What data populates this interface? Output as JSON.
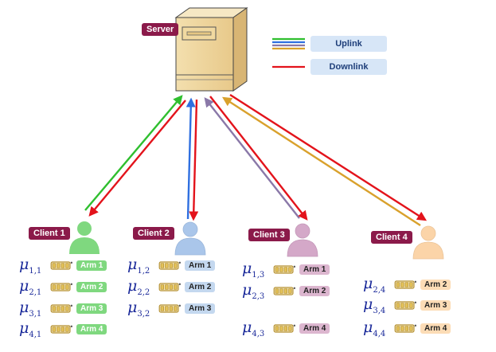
{
  "server": {
    "label": "Server"
  },
  "legend": {
    "uplink": "Uplink",
    "downlink": "Downlink"
  },
  "colors": {
    "tag_bg": "#8b1a4a",
    "uplink_green": "#2fbf2f",
    "uplink_blue": "#2f6fe0",
    "uplink_purple": "#8a78a8",
    "uplink_gold": "#d9a12c",
    "downlink_red": "#e3131b"
  },
  "clients": [
    {
      "label": "Client 1",
      "color": "#7fd87f",
      "arm_color": "#7fd87f",
      "arm_text": "#ffffff",
      "arms": [
        {
          "mu": "μ",
          "sub": "1,1",
          "arm": "Arm 1"
        },
        {
          "mu": "μ",
          "sub": "2,1",
          "arm": "Arm 2"
        },
        {
          "mu": "μ",
          "sub": "3,1",
          "arm": "Arm 3"
        },
        {
          "mu": "μ",
          "sub": "4,1",
          "arm": "Arm 4"
        }
      ]
    },
    {
      "label": "Client 2",
      "color": "#aac6ea",
      "arm_color": "#c4d8ef",
      "arm_text": "#222222",
      "arms": [
        {
          "mu": "μ",
          "sub": "1,2",
          "arm": "Arm 1"
        },
        {
          "mu": "μ",
          "sub": "2,2",
          "arm": "Arm 2"
        },
        {
          "mu": "μ",
          "sub": "3,2",
          "arm": "Arm 3"
        }
      ]
    },
    {
      "label": "Client 3",
      "color": "#d4a8c8",
      "arm_color": "#dcb6cf",
      "arm_text": "#222222",
      "arms": [
        {
          "mu": "μ",
          "sub": "1,3",
          "arm": "Arm 1"
        },
        {
          "mu": "μ",
          "sub": "2,3",
          "arm": "Arm 2"
        },
        {
          "mu": "μ",
          "sub": "4,3",
          "arm": "Arm 4"
        }
      ]
    },
    {
      "label": "Client 4",
      "color": "#fbd4a8",
      "arm_color": "#fcdcb6",
      "arm_text": "#222222",
      "arms": [
        {
          "mu": "μ",
          "sub": "2,4",
          "arm": "Arm 2"
        },
        {
          "mu": "μ",
          "sub": "3,4",
          "arm": "Arm 3"
        },
        {
          "mu": "μ",
          "sub": "4,4",
          "arm": "Arm 4"
        }
      ]
    }
  ]
}
